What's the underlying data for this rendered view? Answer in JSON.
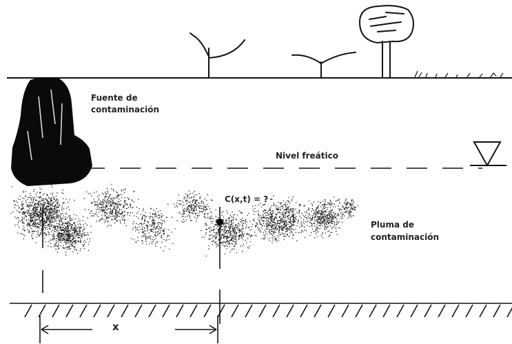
{
  "labels": {
    "source_line1": "Fuente de",
    "source_line2": "contaminación",
    "water_table": "Nivel freático",
    "concentration": "C(x,t) = ?",
    "plume_line1": "Pluma de",
    "plume_line2": "contaminación",
    "distance": "x"
  },
  "colors": {
    "ink": "#111111",
    "background": "#ffffff"
  },
  "icons": [
    "water-table-triangle-icon",
    "tree-icon",
    "round-tree-icon",
    "grass-icon"
  ]
}
